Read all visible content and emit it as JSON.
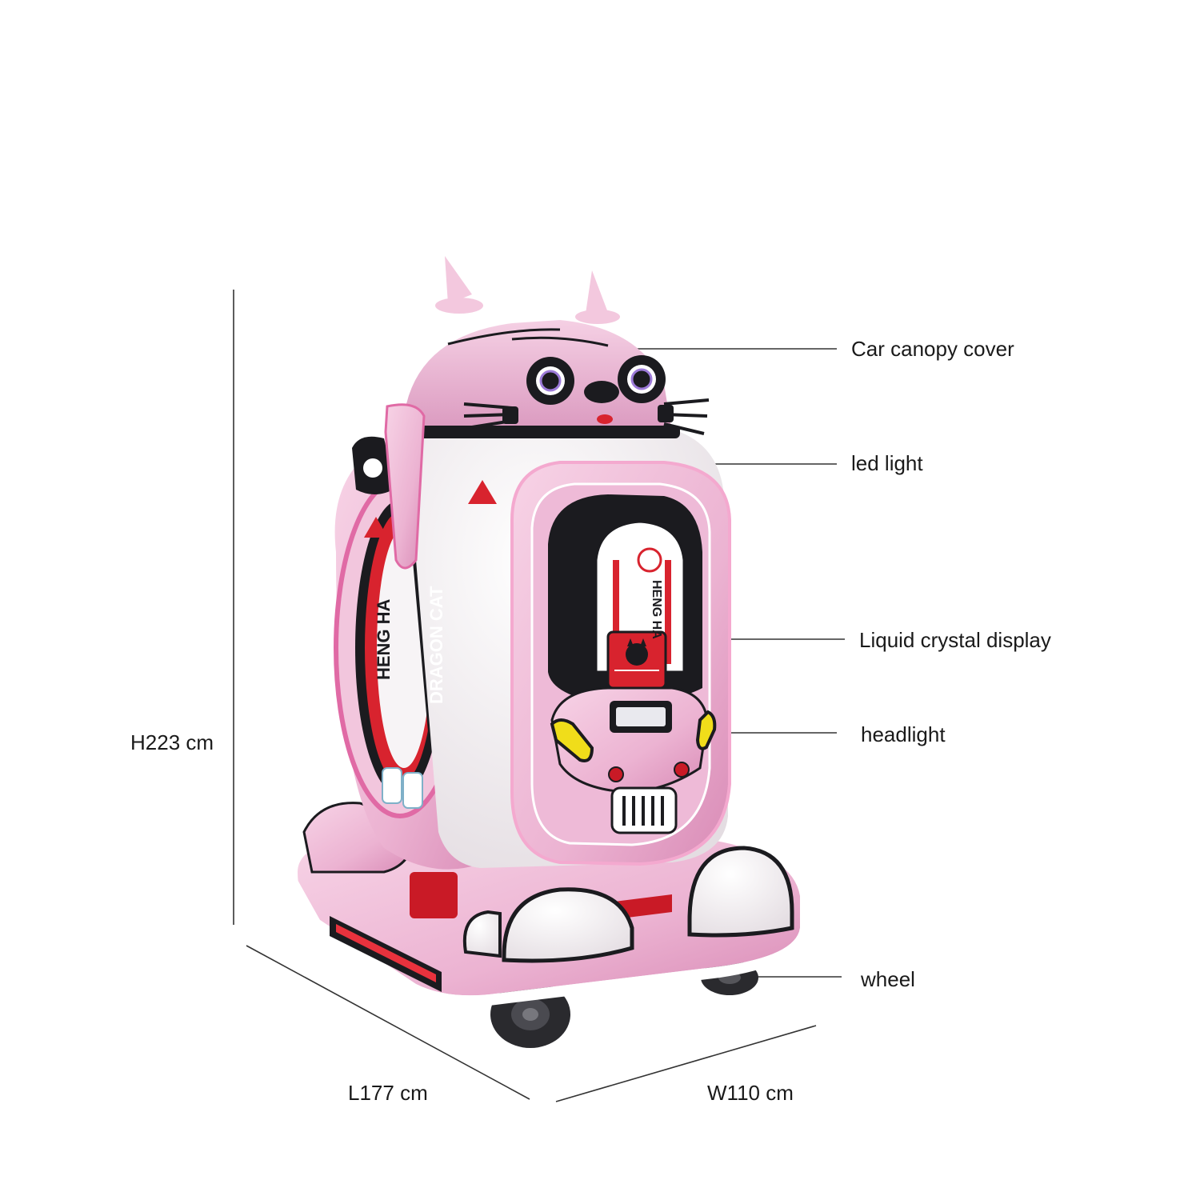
{
  "callouts": [
    {
      "id": "canopy",
      "label": "Car canopy cover"
    },
    {
      "id": "led",
      "label": "led light"
    },
    {
      "id": "lcd",
      "label": "Liquid crystal display"
    },
    {
      "id": "headlight",
      "label": "headlight"
    },
    {
      "id": "wheel",
      "label": "wheel"
    }
  ],
  "dimensions": {
    "height": "H223 cm",
    "length": "L177 cm",
    "width": "W110 cm"
  },
  "product_text": {
    "side_brand": "HENG HA",
    "side_model": "DRAGON CAT",
    "front_brand": "HENG HA"
  },
  "colors": {
    "body_pink": "#f0bdd8",
    "pink_dark": "#d98bb6",
    "white_panel": "#f7f4f6",
    "black_trim": "#1b1b1f",
    "accent_red": "#d8232e",
    "headlight_yellow": "#f0dd1a",
    "line": "#333333"
  }
}
